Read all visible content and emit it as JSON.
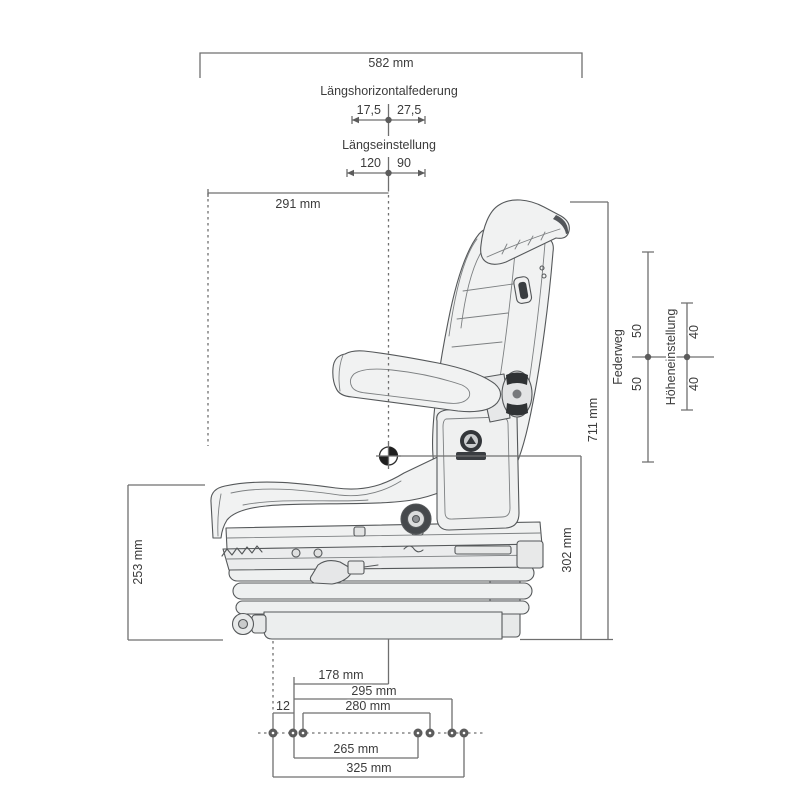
{
  "diagram": {
    "colors": {
      "background": "#ffffff",
      "dimension_line": "#6f6f6f",
      "label_text": "#3c3c3c",
      "seat_fill_light": "#f1f2f2",
      "seat_fill_mid": "#e8e9ea",
      "dark_accent": "#303336"
    },
    "top": {
      "overall_width": "582 mm",
      "horizontal_suspension": {
        "title": "Längshorizontalfederung",
        "front": "17,5",
        "rear": "27,5"
      },
      "fore_aft_adjustment": {
        "title": "Längseinstellung",
        "front": "120",
        "rear": "90"
      },
      "backrest_to_sip": "291 mm"
    },
    "right": {
      "suspension_travel": {
        "title": "Federweg",
        "up": "50",
        "down": "50"
      },
      "height_adjustment": {
        "title": "Höheneinstellung",
        "up": "40",
        "down": "40"
      },
      "overall_height": "711 mm",
      "sip_height": "302 mm"
    },
    "left": {
      "base_height": "253 mm"
    },
    "bottom": {
      "sip_to_front_mount": "178 mm",
      "mount_span_295": "295 mm",
      "mount_span_280": "280 mm",
      "mount_offset_12": "12",
      "mount_span_265": "265 mm",
      "mount_span_325": "325 mm"
    }
  }
}
